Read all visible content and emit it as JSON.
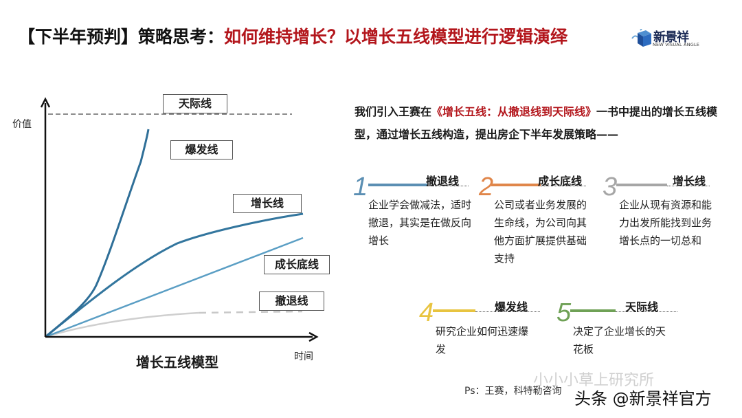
{
  "title": {
    "prefix": "【下半年预判】策略思考：",
    "highlight": "如何维持增长？以增长五线模型进行逻辑演绎"
  },
  "logo": {
    "cn": "新景祥",
    "en": "NEW VISUAL ANGLE"
  },
  "chart": {
    "y_axis_label": "价值",
    "x_axis_label": "时间",
    "caption": "增长五线模型",
    "labels": {
      "sky": "天际线",
      "explosion": "爆发线",
      "growth": "增长线",
      "baseline": "成长底线",
      "retreat": "撤退线"
    }
  },
  "chart_data": {
    "type": "line",
    "title": "增长五线模型",
    "xlabel": "时间",
    "ylabel": "价值",
    "grid": false,
    "series": [
      {
        "name": "天际线",
        "style": "dashed",
        "color": "#888888",
        "points": [
          [
            0,
            100
          ],
          [
            100,
            100
          ]
        ]
      },
      {
        "name": "爆发线",
        "style": "solid",
        "color": "#2f6f98",
        "points": [
          [
            0,
            0
          ],
          [
            16,
            17
          ],
          [
            21,
            26
          ],
          [
            33,
            69
          ],
          [
            38,
            87
          ]
        ]
      },
      {
        "name": "增长线",
        "style": "solid",
        "color": "#33769e",
        "points": [
          [
            0,
            0
          ],
          [
            38,
            34
          ],
          [
            49,
            39
          ],
          [
            60,
            43
          ],
          [
            95,
            52
          ]
        ]
      },
      {
        "name": "成长底线",
        "style": "solid",
        "color": "#5a9ec4",
        "points": [
          [
            0,
            0
          ],
          [
            95,
            42
          ]
        ]
      },
      {
        "name": "撤退线",
        "style": "solid-then-dashed",
        "color": "#c8c8c8",
        "points": [
          [
            0,
            0
          ],
          [
            57,
            10
          ],
          [
            94,
            11
          ]
        ]
      }
    ]
  },
  "intro": {
    "part1": "我们引入王赛在",
    "book": "《增长五线：从撤退线到天际线》",
    "part2": "一书中提出的增长五线模型，通过增长五线构造，提出房企下半年发展策略——"
  },
  "items": [
    {
      "num": "1",
      "name": "撤退线",
      "color": "#5b8fb3",
      "desc": "企业学会做减法，适时撤退，其实是在做反向增长"
    },
    {
      "num": "2",
      "name": "成长底线",
      "color": "#e0864a",
      "desc": "公司或者业务发展的生命线，为公司向其他方面扩展提供基础支持"
    },
    {
      "num": "3",
      "name": "增长线",
      "color": "#a6a6a6",
      "desc": "企业从现有资源和能力出发所能找到业务增长点的一切总和"
    },
    {
      "num": "4",
      "name": "爆发线",
      "color": "#e8c440",
      "desc": "研究企业如何迅速爆发"
    },
    {
      "num": "5",
      "name": "天际线",
      "color": "#6fa156",
      "desc": "决定了企业增长的天花板"
    }
  ],
  "footer": {
    "ps": "Ps：王赛，科特勒咨询",
    "watermark1": "小小小草上研究所",
    "watermark2": "头条 @新景祥官方"
  }
}
